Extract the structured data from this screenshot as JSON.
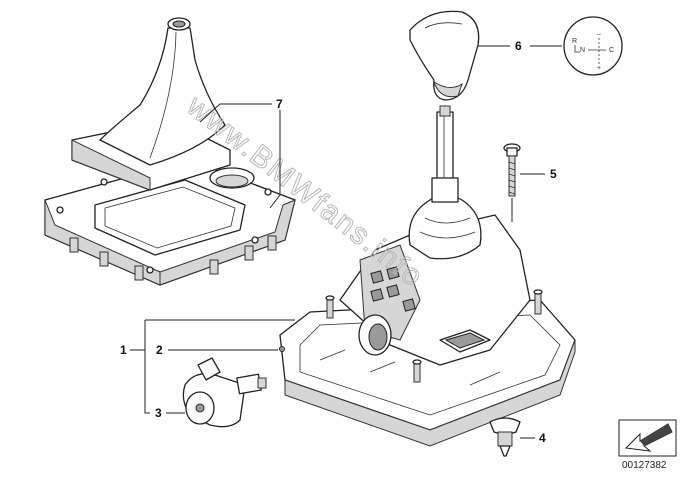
{
  "diagram": {
    "callouts": [
      "1",
      "2",
      "3",
      "4",
      "5",
      "6",
      "7"
    ],
    "watermark": "www.BMWfans.info",
    "drawing_number": "00127382",
    "shift_pattern": {
      "r": "R",
      "n": "N",
      "c": "C",
      "plus": "+",
      "minus": "–"
    }
  }
}
